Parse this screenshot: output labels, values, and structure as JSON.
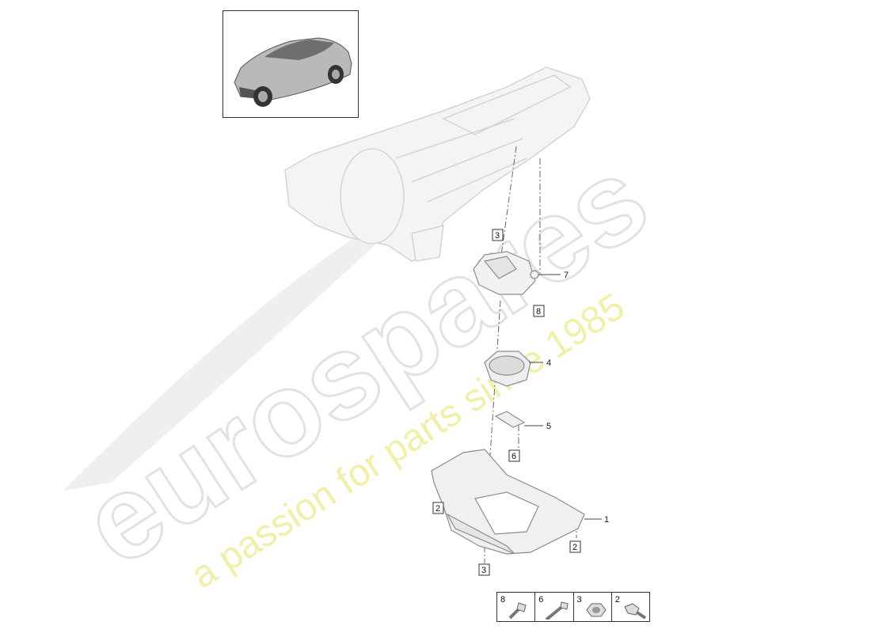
{
  "watermark": {
    "brand": "eurospares",
    "tagline": "a passion for parts since 1985"
  },
  "callouts": [
    "1",
    "2",
    "2",
    "3",
    "3",
    "4",
    "5",
    "6",
    "7",
    "8"
  ],
  "legend": {
    "items": [
      {
        "number": "8",
        "part": "bolt"
      },
      {
        "number": "6",
        "part": "long-bolt"
      },
      {
        "number": "3",
        "part": "nut"
      },
      {
        "number": "2",
        "part": "flange-bolt"
      }
    ]
  },
  "colors": {
    "line": "#333333",
    "part_fill": "#f2f2f2",
    "part_stroke": "#9a9a9a",
    "watermark_gray": "#e6e6e6",
    "watermark_yellow": "#f3f1b0"
  }
}
